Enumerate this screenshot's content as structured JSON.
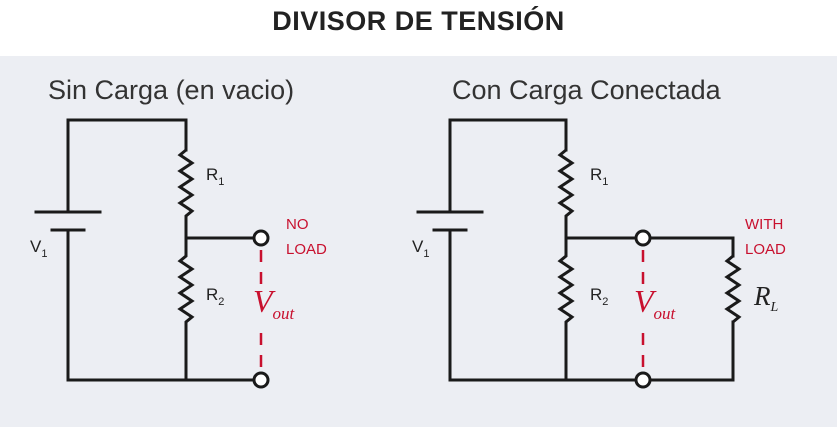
{
  "title": "DIVISOR DE TENSIÓN",
  "panels": [
    {
      "caption": "Sin Carga (en vacio)",
      "battery": {
        "label": "V",
        "sub": "1"
      },
      "r1": {
        "label": "R",
        "sub": "1"
      },
      "r2": {
        "label": "R",
        "sub": "2"
      },
      "status": [
        "NO",
        "LOAD"
      ],
      "vout": {
        "label": "V",
        "sub": "out"
      }
    },
    {
      "caption": "Con Carga Conectada",
      "battery": {
        "label": "V",
        "sub": "1"
      },
      "r1": {
        "label": "R",
        "sub": "1"
      },
      "r2": {
        "label": "R",
        "sub": "2"
      },
      "status": [
        "WITH",
        "LOAD"
      ],
      "vout": {
        "label": "V",
        "sub": "out"
      },
      "rl": {
        "label": "R",
        "sub": "L"
      }
    }
  ],
  "colors": {
    "accent": "#c8102e",
    "wire": "#1a1a1a",
    "panel_bg": "#eceef3"
  }
}
